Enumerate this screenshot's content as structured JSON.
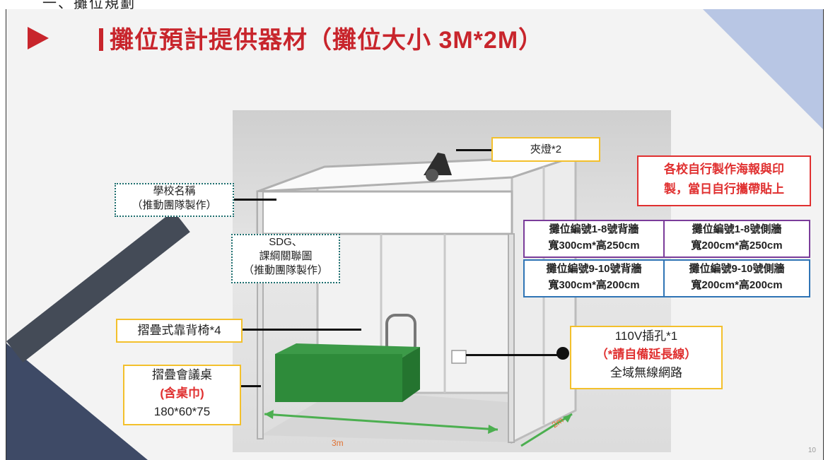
{
  "header_text": "一、攤位規劃",
  "title": "攤位預計提供器材（攤位大小 3M*2M）",
  "page_number": "10",
  "labels": {
    "lamp": "夾燈*2",
    "school_name": "學校名稱",
    "school_name_sub": "（推動團隊製作）",
    "sdg_line1": "SDG、",
    "sdg_line2": "課綱關聯圖",
    "sdg_line3": "（推動團隊製作）",
    "chairs": "摺疊式靠背椅*4",
    "table_line1": "摺疊會議桌",
    "table_line2": "(含桌巾)",
    "table_line3": "180*60*75",
    "outlet_line1": "110V插孔*1",
    "outlet_line2": "（*請自備延長線）",
    "outlet_line3": "全域無線網路",
    "poster_note_line1": "各校自行製作海報與印",
    "poster_note_line2": "製，當日自行攜帶貼上"
  },
  "wall_specs": [
    {
      "line1": "攤位編號1-8號背牆",
      "line2": "寬300cm*高250cm"
    },
    {
      "line1": "攤位編號1-8號側牆",
      "line2": "寬200cm*高250cm"
    },
    {
      "line1": "攤位編號9-10號背牆",
      "line2": "寬300cm*高200cm"
    },
    {
      "line1": "攤位編號9-10號側牆",
      "line2": "寬200cm*高200cm"
    }
  ],
  "dimensions": {
    "width_label": "3m",
    "depth_label": "2m"
  },
  "colors": {
    "accent_red": "#c8252c",
    "table_green": "#2e8b3a",
    "measure_green": "#4caf50",
    "callout_yellow": "#f3c02c"
  }
}
